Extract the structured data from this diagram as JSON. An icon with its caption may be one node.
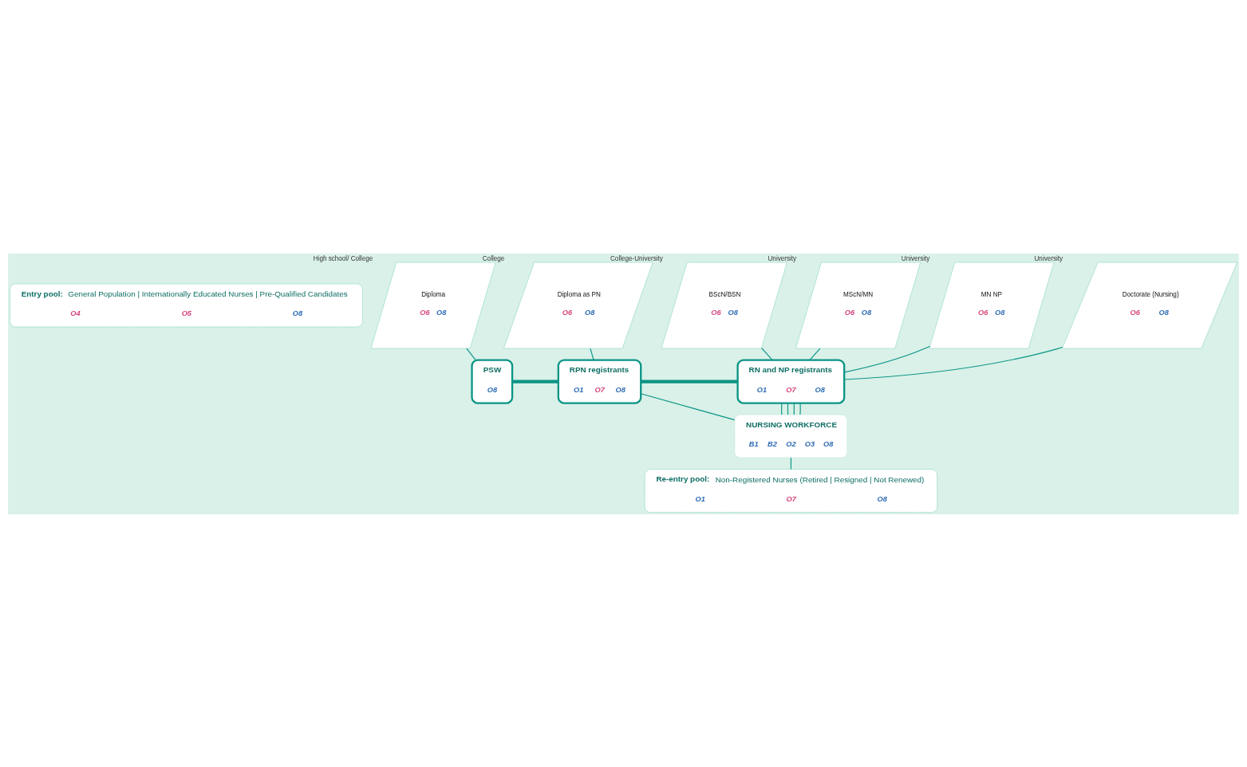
{
  "diagram": {
    "nodes": [
      {
        "text": [
          "Entry pool:",
          "General Population | Internationally Educated Nurses | Pre-Qualified Candidates",
          "O4",
          "O5",
          "O8"
        ]
      },
      {
        "text": [
          "Diploma",
          "O6",
          "O8"
        ],
        "beside": [
          "High school/ College"
        ]
      },
      {
        "text": [
          "Diploma as PN",
          "O6",
          "O8"
        ],
        "beside": [
          "College"
        ]
      },
      {
        "text": [
          "BScN/BSN",
          "O6",
          "O8"
        ],
        "beside": [
          "College-University"
        ]
      },
      {
        "text": [
          "MScN/MN",
          "O6",
          "O8"
        ],
        "beside": [
          "University"
        ]
      },
      {
        "text": [
          "MN NP",
          "O6",
          "O8"
        ],
        "beside": [
          "University"
        ]
      },
      {
        "text": [
          "Doctorate (Nursing)",
          "O6",
          "O8"
        ],
        "beside": [
          "University"
        ]
      },
      {
        "text": [
          "PSW",
          "O8"
        ]
      },
      {
        "text": [
          "RPN registrants",
          "O1",
          "O7",
          "O8"
        ]
      },
      {
        "text": [
          "RN and NP registrants",
          "O1",
          "O7",
          "O8"
        ]
      },
      {
        "text": [
          "NURSING WORKFORCE",
          "B1",
          "B2",
          "O2",
          "O3",
          "O8"
        ]
      },
      {
        "text": [
          "Re-entry pool:",
          "Non-Registered Nurses (Retired | Resigned | Not Renewed)",
          "O1",
          "O7",
          "O8"
        ]
      }
    ],
    "edges": [
      {
        "from": 1,
        "to": 7,
        "arrow": "none"
      },
      {
        "from": 2,
        "to": 8,
        "arrow": "none"
      },
      {
        "from": 3,
        "to": 9,
        "arrow": "none"
      },
      {
        "from": 4,
        "to": 9,
        "arrow": "none"
      },
      {
        "from": 5,
        "to": 9,
        "arrow": "none"
      },
      {
        "from": 6,
        "to": 9,
        "arrow": "none"
      },
      {
        "from": 7,
        "to": 8,
        "arrow": "none",
        "style": "thick"
      },
      {
        "from": 8,
        "to": 9,
        "arrow": "none",
        "style": "thick"
      },
      {
        "from": 8,
        "to": 10,
        "arrow": "none"
      },
      {
        "from": 9,
        "to": 10,
        "arrow": "none"
      },
      {
        "from": 9,
        "to": 10,
        "arrow": "none"
      },
      {
        "from": 9,
        "to": 10,
        "arrow": "none"
      },
      {
        "from": 9,
        "to": 10,
        "arrow": "none"
      },
      {
        "from": 10,
        "to": 11,
        "arrow": "none"
      }
    ]
  }
}
